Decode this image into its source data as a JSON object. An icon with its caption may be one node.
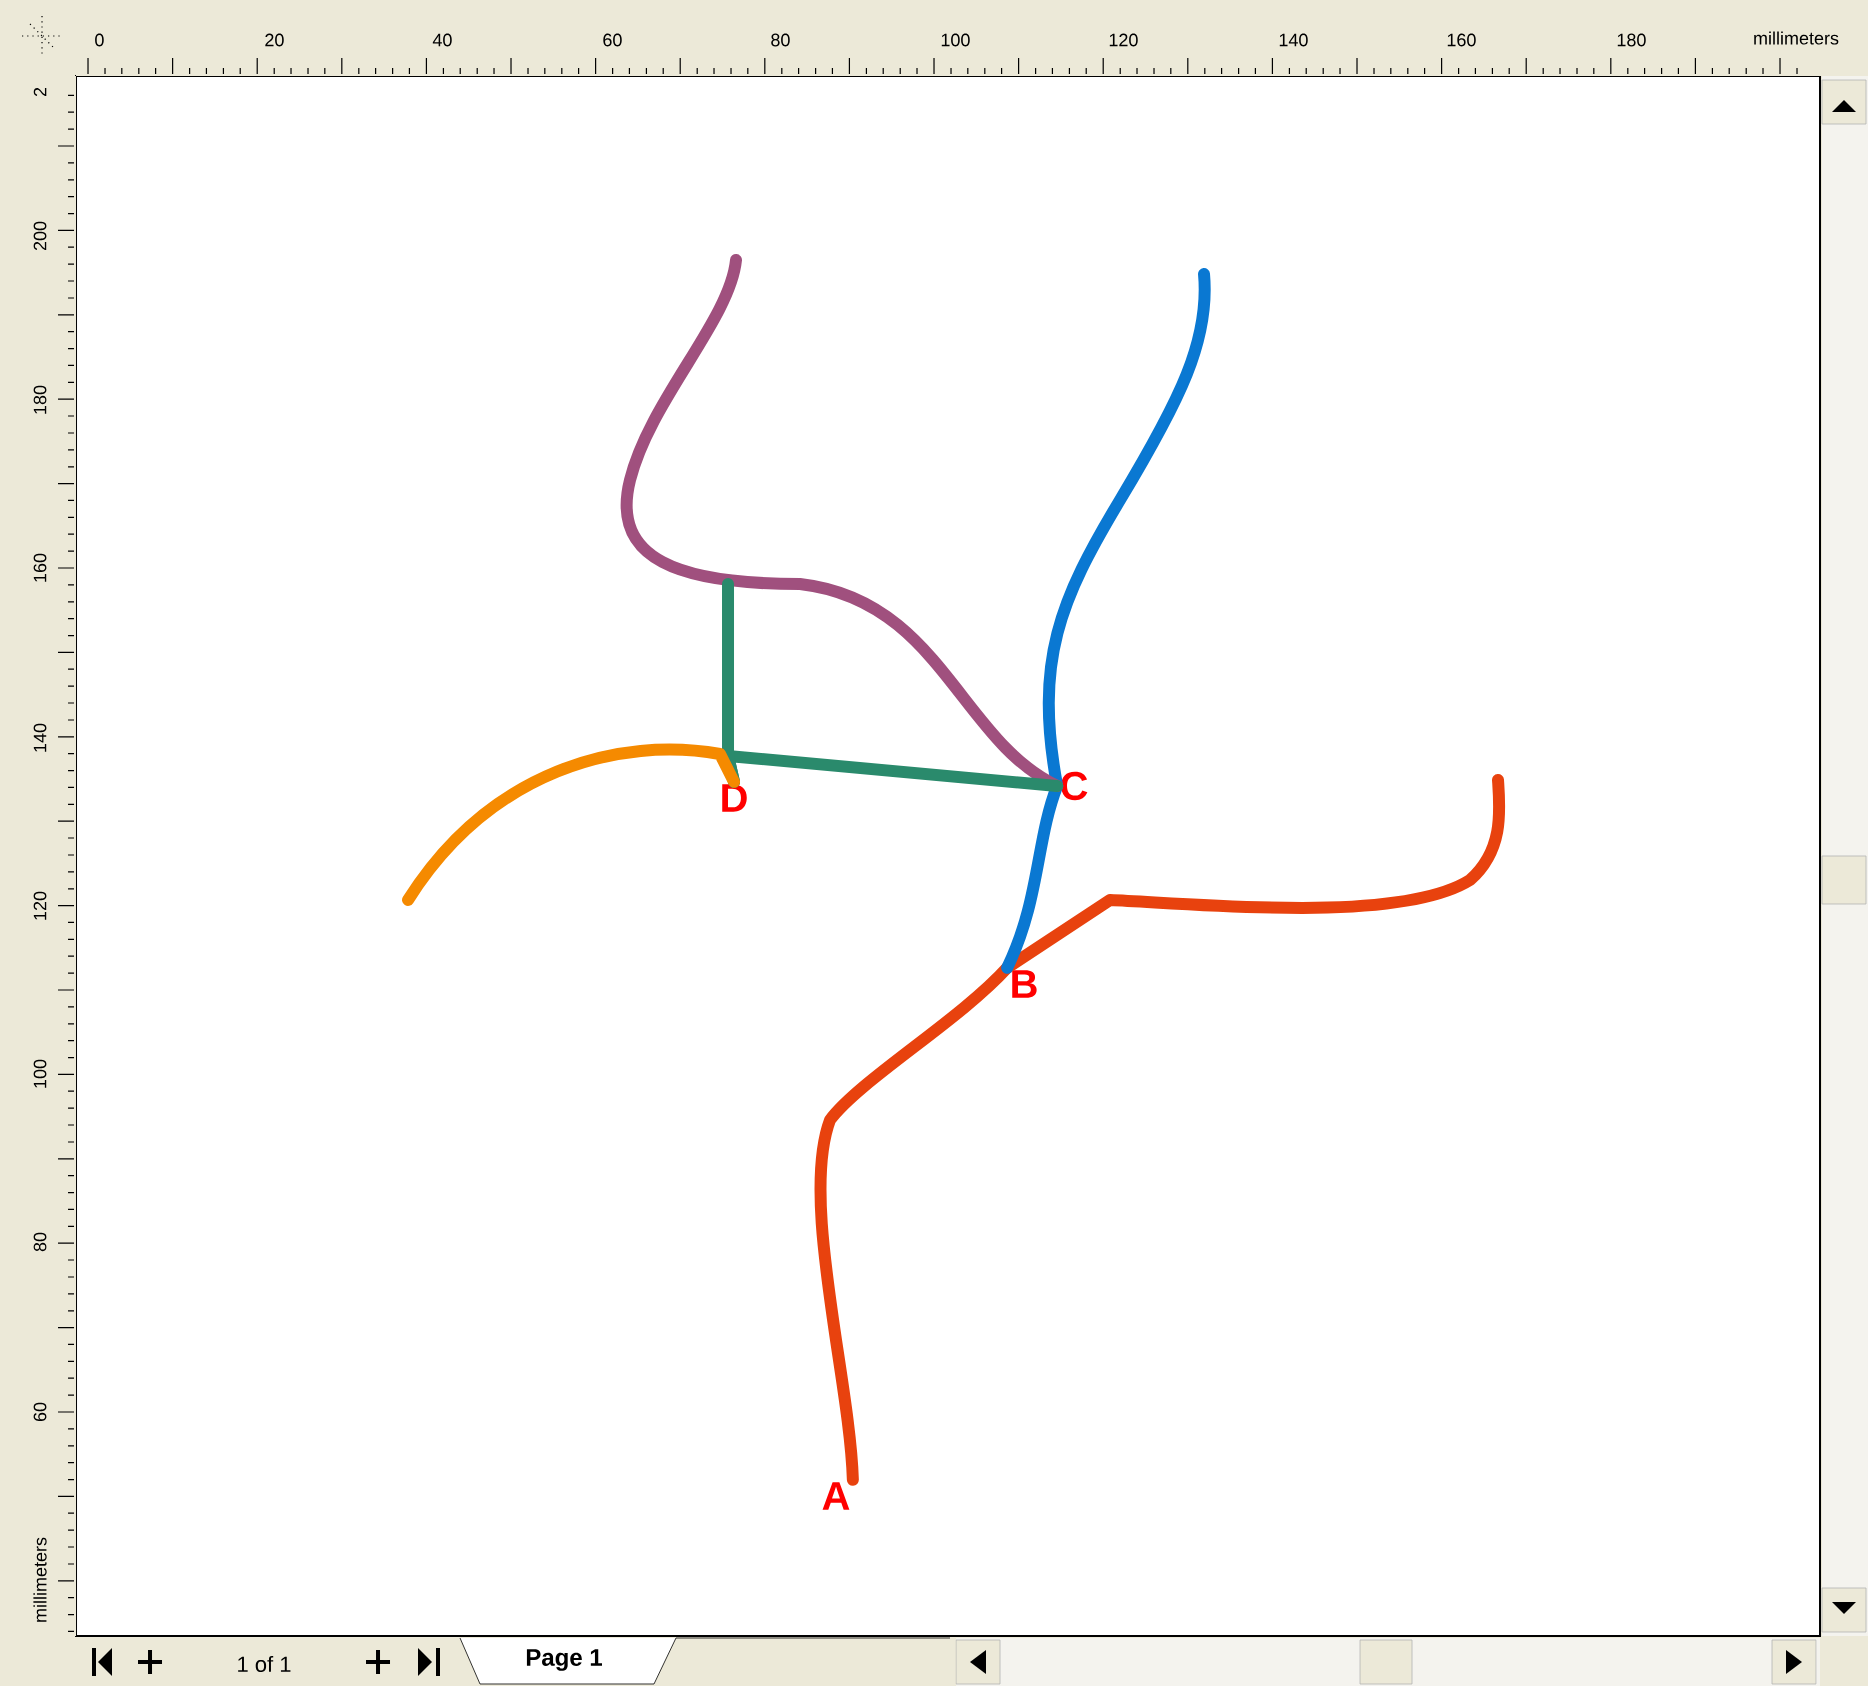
{
  "diagram": {
    "nodes": [
      {
        "text": [
          "A"
        ]
      },
      {
        "text": [
          "B"
        ]
      },
      {
        "text": [
          "C"
        ]
      },
      {
        "text": [
          "D"
        ]
      }
    ],
    "edges": [
      {
        "from": 0,
        "to": 1,
        "arrow": "none",
        "color": "#e8420e"
      },
      {
        "from": 1,
        "to": null,
        "arrow": "none",
        "color": "#e8420e"
      },
      {
        "from": 1,
        "to": 2,
        "arrow": "none",
        "color": "#0a78d2"
      },
      {
        "from": 2,
        "to": null,
        "arrow": "none",
        "color": "#0a78d2"
      },
      {
        "from": 2,
        "to": null,
        "arrow": "none",
        "color": "#a0507e"
      },
      {
        "from": 3,
        "to": 2,
        "arrow": "none",
        "color": "#2a8a6c"
      },
      {
        "from": 3,
        "to": null,
        "arrow": "none",
        "color": "#2a8a6c"
      },
      {
        "from": 3,
        "to": null,
        "arrow": "none",
        "color": "#f58a00"
      }
    ],
    "labels": [
      "0",
      "20",
      "40",
      "60",
      "80",
      "100",
      "120",
      "140",
      "160",
      "180",
      "millimeters",
      "2",
      "200",
      "180",
      "160",
      "140",
      "120",
      "100",
      "80",
      "60",
      "millimeters",
      "1 of 1",
      "Page 1"
    ]
  }
}
